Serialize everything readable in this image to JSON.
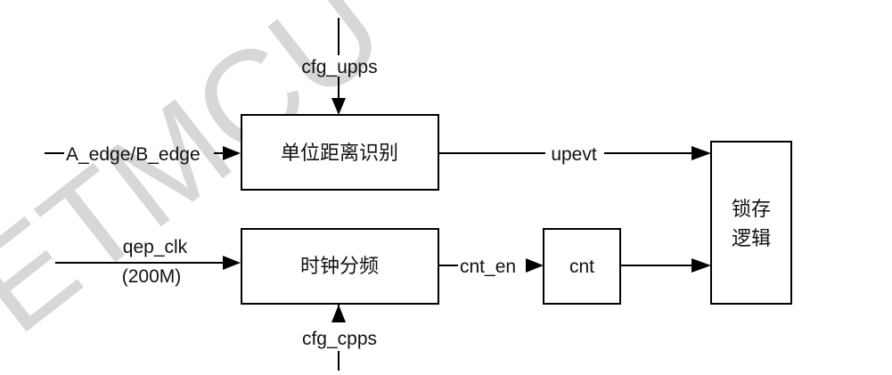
{
  "watermark": "ETMCU",
  "blocks": {
    "unit_distance": "单位距离识别",
    "clock_divider": "时钟分频",
    "counter": "cnt",
    "latch_line1": "锁存",
    "latch_line2": "逻辑"
  },
  "signals": {
    "cfg_upps": "cfg_upps",
    "edge_in": "A_edge/B_edge",
    "upevt": "upevt",
    "qep_clk": "qep_clk",
    "qep_freq": "(200M)",
    "cnt_en": "cnt_en",
    "cfg_cpps": "cfg_cpps"
  }
}
